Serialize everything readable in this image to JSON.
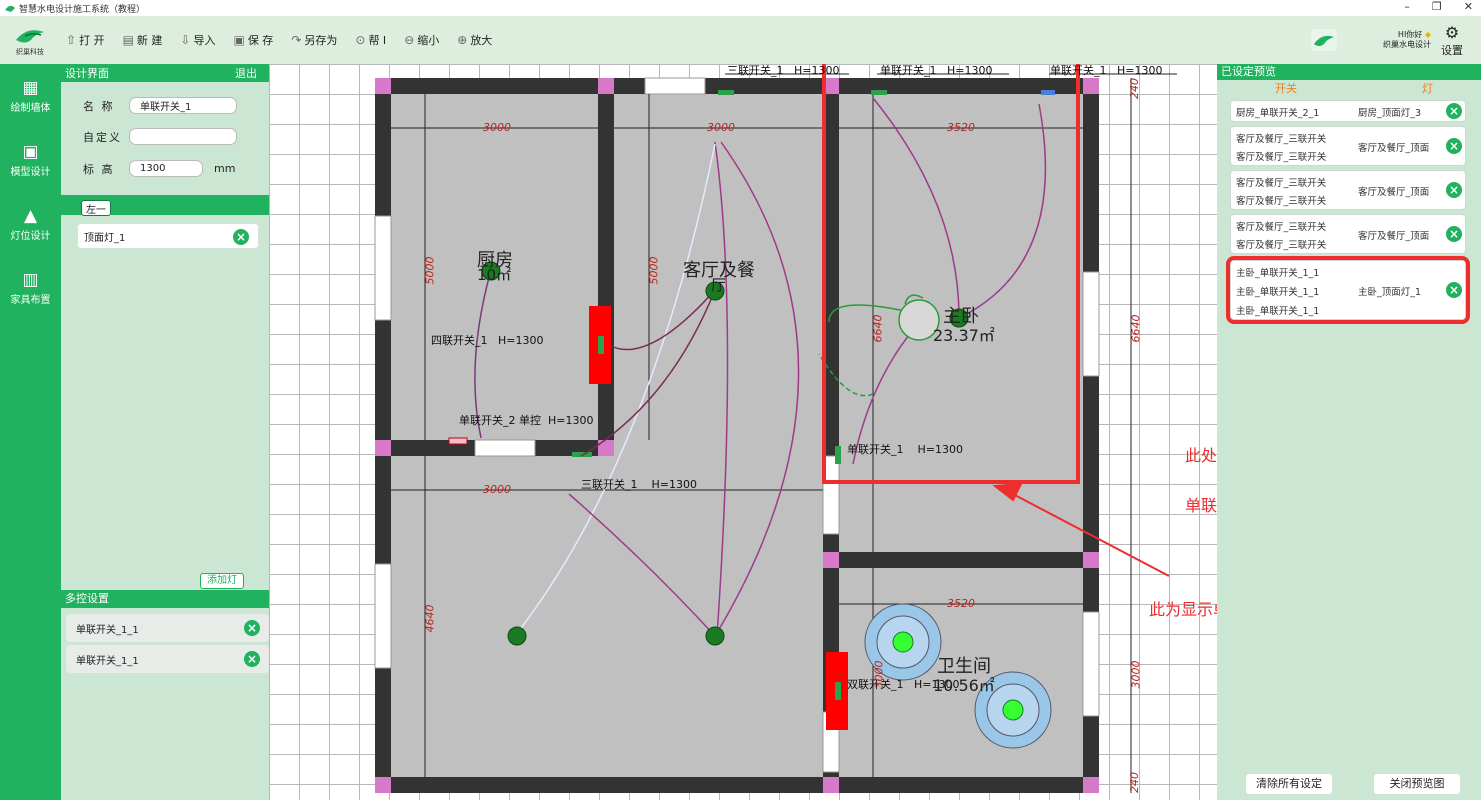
{
  "window": {
    "title": "智慧水电设计施工系统（教程）",
    "minimize": "–",
    "maximize": "❐",
    "close": "✕"
  },
  "toolbar": {
    "brand": "织巢科技",
    "buttons": [
      {
        "icon": "⇧",
        "label": "打 开"
      },
      {
        "icon": "▤",
        "label": "新 建"
      },
      {
        "icon": "⇩",
        "label": "导入"
      },
      {
        "icon": "▣",
        "label": "保 存"
      },
      {
        "icon": "↷",
        "label": "另存为"
      },
      {
        "icon": "⊙",
        "label": "帮 I"
      },
      {
        "icon": "⊖",
        "label": "缩小"
      },
      {
        "icon": "⊕",
        "label": "放大"
      }
    ],
    "greeting_line1": "HI你好",
    "greeting_line2": "织巢水电设计",
    "settings_label": "设置"
  },
  "leftnav": [
    {
      "glyph": "▦",
      "label": "绘制墙体"
    },
    {
      "glyph": "▣",
      "label": "模型设计"
    },
    {
      "glyph": "▲",
      "label": "灯位设计"
    },
    {
      "glyph": "▥",
      "label": "家具布置"
    }
  ],
  "design_panel": {
    "title": "设计界面",
    "exit": "退出",
    "name_label": "名 称",
    "name_value": "单联开关_1",
    "custom_label": "自定义",
    "custom_value": "",
    "height_label": "标 高",
    "height_value": "1300",
    "height_unit": "mm",
    "tab": "左一",
    "lights": [
      "顶面灯_1"
    ],
    "add_light": "添加灯",
    "multi_title": "多控设置",
    "multi_items": [
      "单联开关_1_1",
      "单联开关_1_1"
    ]
  },
  "floorplan": {
    "labels": {
      "top1": "三联开关_1",
      "top1h": "H=1300",
      "top2": "单联开关_1",
      "top2h": "H=1300",
      "top3": "单联开关_1",
      "top3h": "H=1300",
      "four": "四联开关_1",
      "fourh": "H=1300",
      "single2": "单联开关_2  单控",
      "single2h": "H=1300",
      "three": "三联开关_1",
      "threeh": "H=1300",
      "master_sw": "单联开关_1",
      "master_swh": "H=1300",
      "double": "双联开关_1",
      "doubleh": "H=1300"
    },
    "dims": {
      "d3000a": "3000",
      "d3000b": "3000",
      "d3520a": "3520",
      "d3520b": "3520",
      "d3000c": "3000",
      "d5000a": "5000",
      "d5000b": "5000",
      "d6640a": "6640",
      "d6640b": "6640",
      "d4640": "4640",
      "d3000v": "3000",
      "d3000v2": "3000",
      "d240a": "240",
      "d240b": "240"
    },
    "rooms": {
      "kitchen": "厨房",
      "kitchen_area": "10㎡",
      "living": "客厅及餐",
      "living2": "厅",
      "master": "主卧",
      "master_area": "23.37㎡",
      "bath": "卫生间",
      "bath_area": "10.56㎡"
    }
  },
  "annotations": {
    "note1": "此处显示灯具与开关的关系列表",
    "note2": "单联三控已完成",
    "note3": "此为显示单联三控的连线",
    "accent": "#ee2d2d"
  },
  "preview": {
    "title": "已设定预览",
    "col_switch": "开关",
    "col_light": "灯",
    "items": [
      {
        "switches": [
          "厨房_单联开关_2_1"
        ],
        "light": "厨房_顶面灯_3"
      },
      {
        "switches": [
          "客厅及餐厅_三联开关",
          "客厅及餐厅_三联开关"
        ],
        "light": "客厅及餐厅_顶面"
      },
      {
        "switches": [
          "客厅及餐厅_三联开关",
          "客厅及餐厅_三联开关"
        ],
        "light": "客厅及餐厅_顶面"
      },
      {
        "switches": [
          "客厅及餐厅_三联开关",
          "客厅及餐厅_三联开关"
        ],
        "light": "客厅及餐厅_顶面"
      },
      {
        "switches": [
          "主卧_单联开关_1_1",
          "主卧_单联开关_1_1",
          "主卧_单联开关_1_1"
        ],
        "light": "主卧_顶面灯_1"
      }
    ],
    "clear_all": "清除所有设定",
    "close_preview": "关闭预览图"
  },
  "colors": {
    "brand_green": "#21b25f",
    "panel_green": "#cbe6d3",
    "toolbar_bg": "#ddeede",
    "wall": "#333333"
  }
}
